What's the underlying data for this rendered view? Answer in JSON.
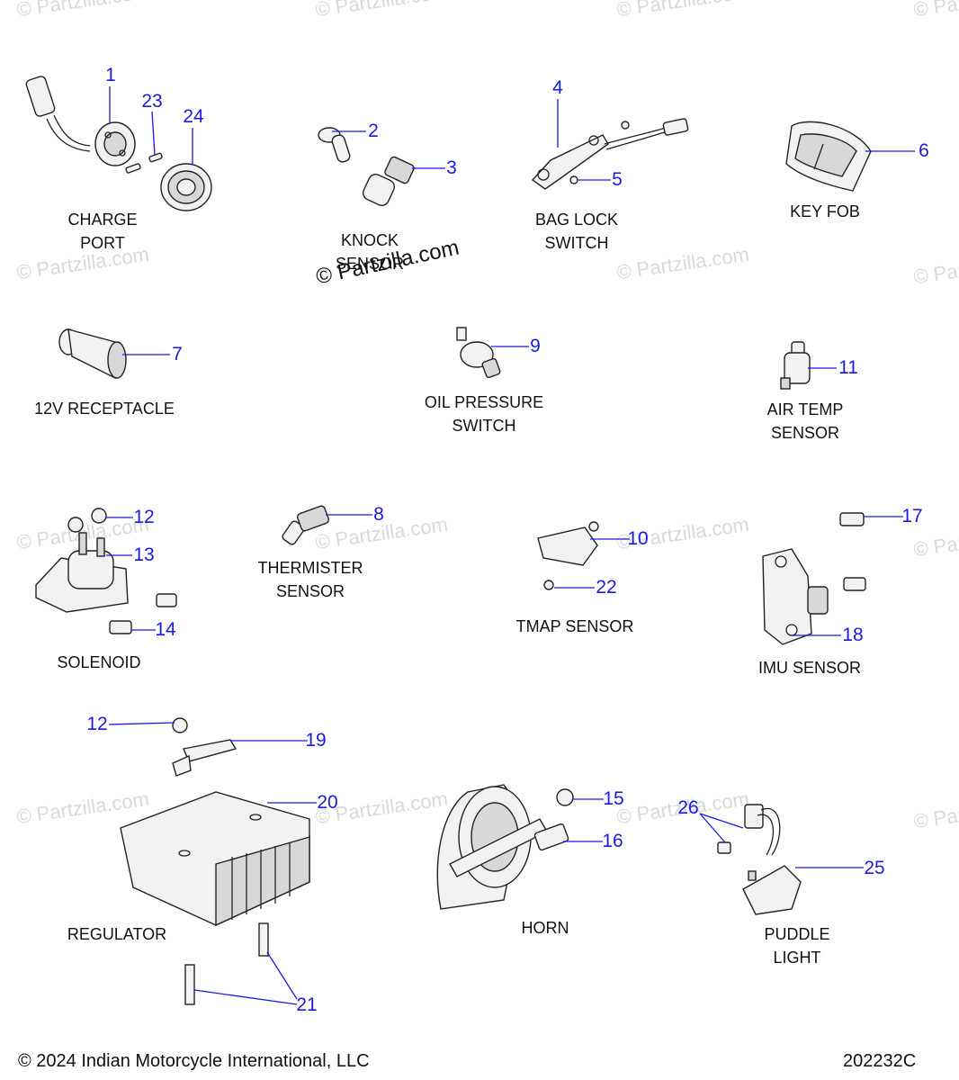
{
  "watermarks": {
    "text": "© Partzilla.com",
    "prominent": "© Partzilla.com"
  },
  "captions": {
    "charge_port": [
      "CHARGE",
      "PORT"
    ],
    "knock_sensor": [
      "KNOCK",
      "SENSOR"
    ],
    "bag_lock_switch": [
      "BAG LOCK",
      "SWITCH"
    ],
    "key_fob": [
      "KEY FOB"
    ],
    "receptacle_12v": [
      "12V RECEPTACLE"
    ],
    "oil_pressure_switch": [
      "OIL PRESSURE",
      "SWITCH"
    ],
    "air_temp_sensor": [
      "AIR TEMP",
      "SENSOR"
    ],
    "thermister_sensor": [
      "THERMISTER",
      "SENSOR"
    ],
    "tmap_sensor": [
      "TMAP SENSOR"
    ],
    "solenoid": [
      "SOLENOID"
    ],
    "imu_sensor": [
      "IMU SENSOR"
    ],
    "regulator": [
      "REGULATOR"
    ],
    "horn": [
      "HORN"
    ],
    "puddle_light": [
      "PUDDLE",
      "LIGHT"
    ]
  },
  "callouts": [
    "1",
    "23",
    "24",
    "2",
    "3",
    "4",
    "5",
    "6",
    "7",
    "9",
    "11",
    "12",
    "13",
    "14",
    "8",
    "10",
    "22",
    "17",
    "18",
    "12",
    "19",
    "20",
    "15",
    "16",
    "26",
    "25",
    "21"
  ],
  "footer": {
    "copyright": "© 2024 Indian Motorcycle International, LLC",
    "diagram_code": "202232C"
  },
  "colors": {
    "callout": "#1a1ae6",
    "line_art": "#222222",
    "watermark": "#d9d9d9"
  }
}
